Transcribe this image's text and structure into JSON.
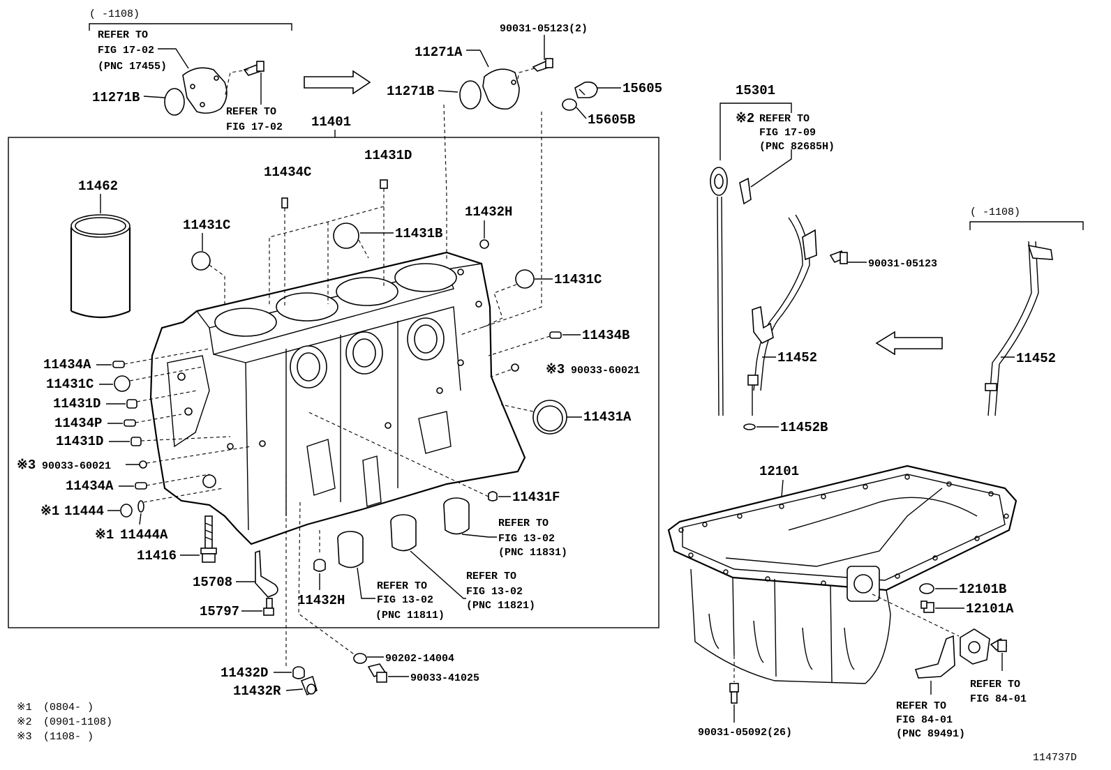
{
  "labels": {
    "l11271B_top": "11271B",
    "l11271A": "11271A",
    "l11271B_mid": "11271B",
    "l90031_05123_2": "90031-05123(2)",
    "l15605": "15605",
    "l15605B": "15605B",
    "l11401": "11401",
    "l11462": "11462",
    "l11434C": "11434C",
    "l11431D_top": "11431D",
    "l11431C_top": "11431C",
    "l11431B": "11431B",
    "l11432H_top": "11432H",
    "l11431C_right": "11431C",
    "l11434B": "11434B",
    "l90033_60021_right": "90033-60021",
    "l11431A": "11431A",
    "l11434A_1": "11434A",
    "l11431C_left": "11431C",
    "l11431D_left1": "11431D",
    "l11434P": "11434P",
    "l11431D_left2": "11431D",
    "l90033_60021_left": "90033-60021",
    "l11434A_2": "11434A",
    "l11444": "11444",
    "l11444A": "11444A",
    "l11416": "11416",
    "l15708": "15708",
    "l15797": "15797",
    "l11432H_bottom": "11432H",
    "l11431F": "11431F",
    "l11432D": "11432D",
    "l11432R": "11432R",
    "l90202_14004": "90202-14004",
    "l90033_41025": "90033-41025",
    "l15301": "15301",
    "l90031_05123": "90031-05123",
    "l11452_mid": "11452",
    "l11452_right": "11452",
    "l11452B": "11452B",
    "l12101": "12101",
    "l12101B": "12101B",
    "l12101A": "12101A",
    "l90031_05092": "90031-05092(26)"
  },
  "refs": {
    "r_17455": [
      "REFER TO",
      "FIG 17-02",
      "(PNC 17455)"
    ],
    "r_17_02_bolt": [
      "REFER TO",
      "FIG 17-02"
    ],
    "r_82685H": [
      "REFER TO",
      "FIG 17-09",
      "(PNC 82685H)"
    ],
    "r_11831": [
      "REFER TO",
      "FIG 13-02",
      "(PNC 11831)"
    ],
    "r_11821": [
      "REFER TO",
      "FIG 13-02",
      "(PNC 11821)"
    ],
    "r_11811": [
      "REFER TO",
      "FIG 13-02",
      "(PNC 11811)"
    ],
    "r_89491": [
      "REFER TO",
      "FIG 84-01",
      "(PNC 89491)"
    ],
    "r_84_01": [
      "REFER TO",
      "FIG 84-01"
    ]
  },
  "date_ranges": {
    "top_left": "(      -1108)",
    "right": "(      -1108)"
  },
  "marks": {
    "m1": "※1",
    "m2": "※2",
    "m3": "※3"
  },
  "footnotes": [
    {
      "mark": "※1",
      "range": "(0804-      )"
    },
    {
      "mark": "※2",
      "range": "(0901-1108)"
    },
    {
      "mark": "※3",
      "range": "(1108-      )"
    }
  ],
  "figure_id": "114737D",
  "icons": [
    "arrow-right-icon",
    "arrow-left-icon"
  ]
}
